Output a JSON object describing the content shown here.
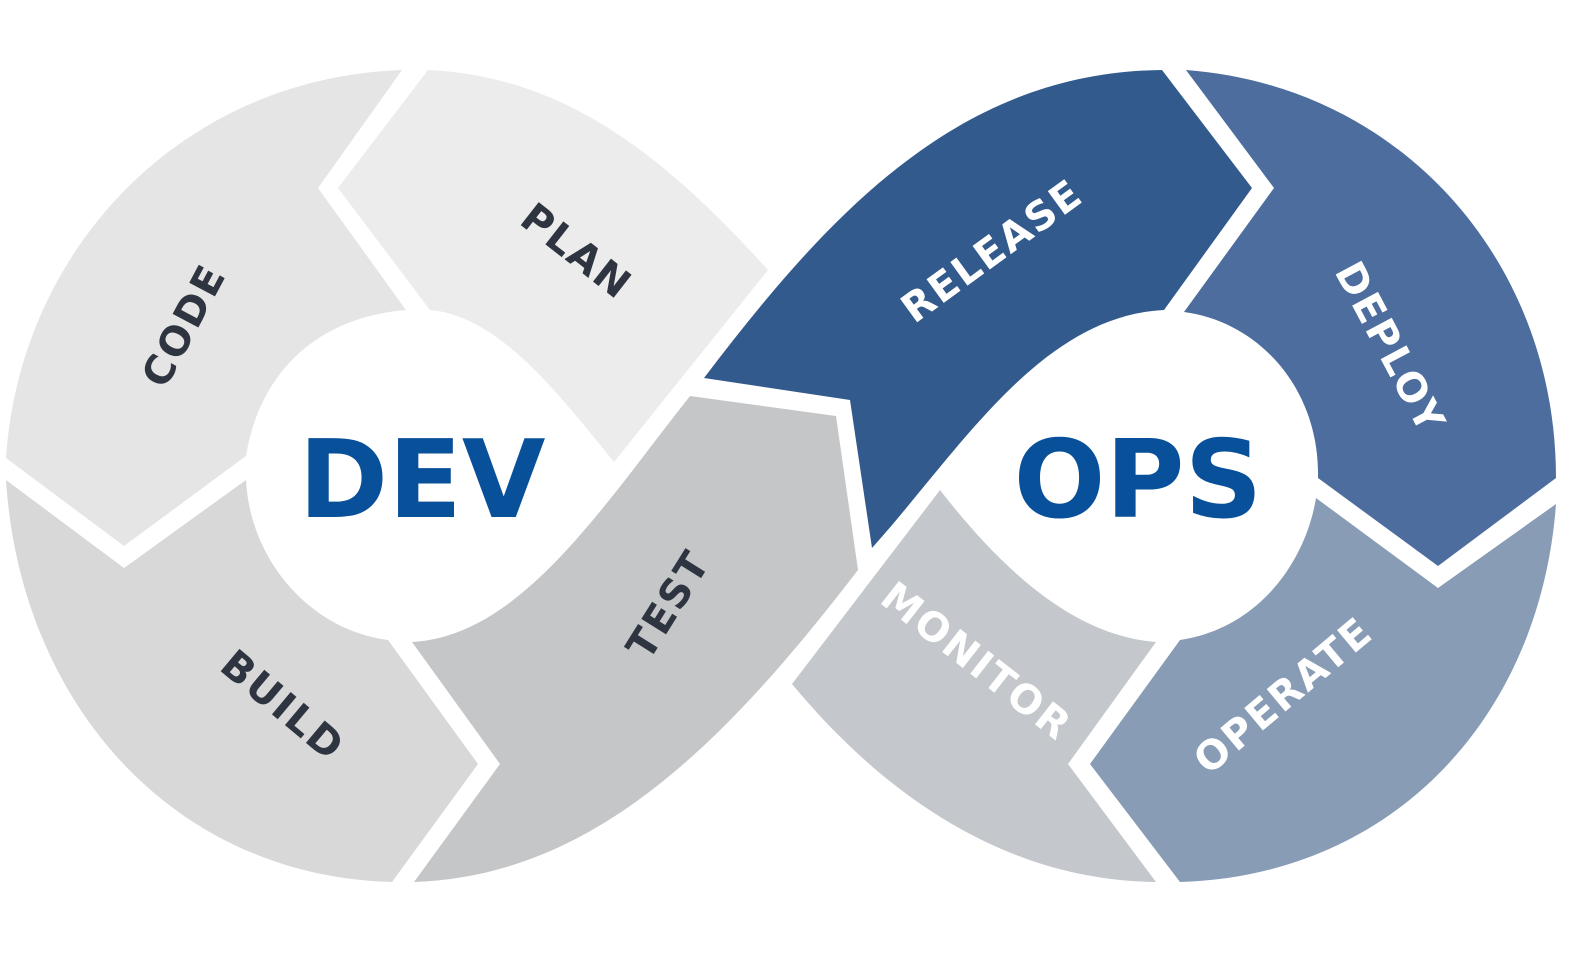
{
  "diagram": {
    "type": "devops-infinity-loop",
    "hubs": {
      "dev": {
        "label": "DEV",
        "color": "#08509A"
      },
      "ops": {
        "label": "OPS",
        "color": "#08509A"
      }
    },
    "stages": [
      {
        "id": "plan",
        "label": "PLAN",
        "fill": "#EDECED",
        "text_color": "#2F3540",
        "loop": "dev"
      },
      {
        "id": "code",
        "label": "CODE",
        "fill": "#E6E5E6",
        "text_color": "#2F3540",
        "loop": "dev"
      },
      {
        "id": "build",
        "label": "BUILD",
        "fill": "#D8D8D9",
        "text_color": "#2F3540",
        "loop": "dev"
      },
      {
        "id": "test",
        "label": "TEST",
        "fill": "#C5C6C8",
        "text_color": "#2F3540",
        "loop": "dev"
      },
      {
        "id": "release",
        "label": "RELEASE",
        "fill": "#335A8C",
        "text_color": "#FFFFFF",
        "loop": "ops"
      },
      {
        "id": "deploy",
        "label": "DEPLOY",
        "fill": "#4C6D9E",
        "text_color": "#FFFFFF",
        "loop": "ops"
      },
      {
        "id": "operate",
        "label": "OPERATE",
        "fill": "#889CB5",
        "text_color": "#FFFFFF",
        "loop": "ops"
      },
      {
        "id": "monitor",
        "label": "MONITOR",
        "fill": "#C4C8CC",
        "text_color": "#FFFFFF",
        "loop": "ops"
      }
    ],
    "flow_order": [
      "PLAN",
      "CODE",
      "BUILD",
      "TEST",
      "RELEASE",
      "DEPLOY",
      "OPERATE",
      "MONITOR"
    ],
    "divider_color": "#FFFFFF"
  }
}
